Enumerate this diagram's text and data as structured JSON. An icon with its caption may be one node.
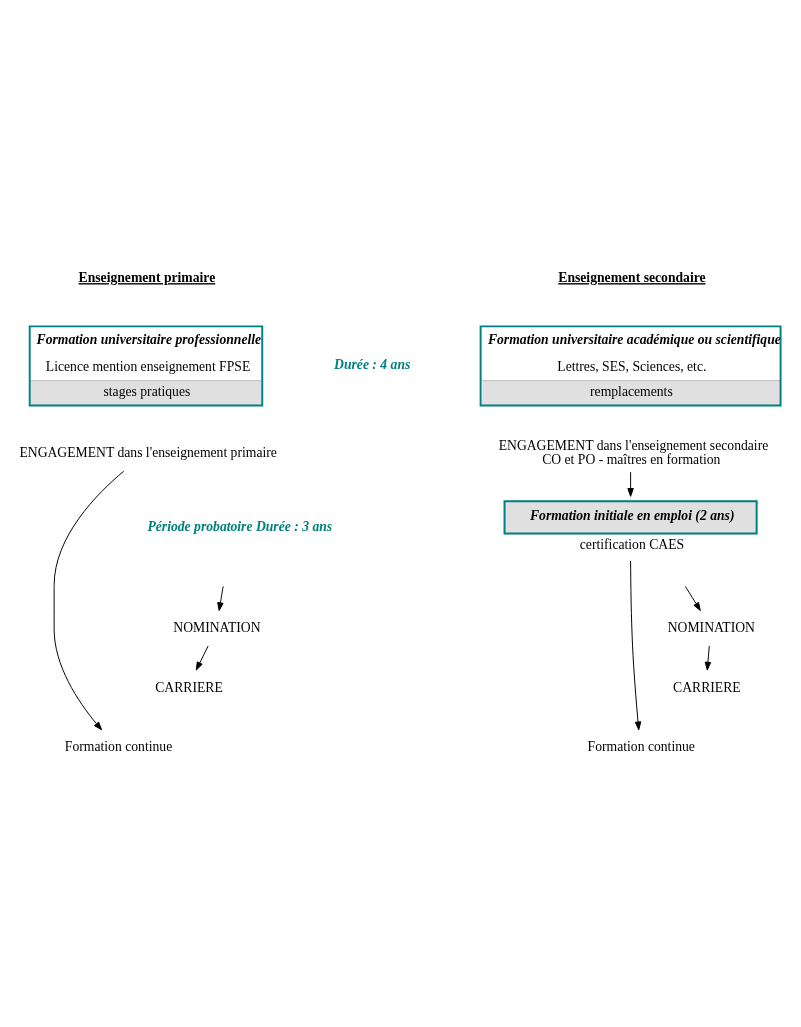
{
  "diagram": {
    "nodes": [
      {
        "text": [
          "Formation universitaire professionnelle",
          "Licence mention enseignement FPSE",
          "stages pratiques"
        ]
      },
      {
        "text": [
          "Formation universitaire académique ou scientifique",
          "Lettres, SES, Sciences, etc.",
          "remplacements"
        ]
      },
      {
        "text": [
          "ENGAGEMENT dans l'enseignement primaire"
        ]
      },
      {
        "text": [
          "ENGAGEMENT dans l'enseignement secondaire",
          "CO et PO - maîtres en formation"
        ]
      },
      {
        "text": [
          "Formation initiale en emploi (2 ans)"
        ],
        "beside": [
          "certification CAES"
        ]
      },
      {
        "text": [
          "NOMINATION"
        ]
      },
      {
        "text": [
          "CARRIERE"
        ]
      },
      {
        "text": [
          "Formation continue"
        ]
      },
      {
        "text": [
          "NOMINATION"
        ]
      },
      {
        "text": [
          "CARRIERE"
        ]
      },
      {
        "text": [
          "Formation continue"
        ]
      }
    ],
    "edges": [
      {
        "from": null,
        "to": 5,
        "arrow": "to"
      },
      {
        "from": 5,
        "to": 6,
        "arrow": "to"
      },
      {
        "from": 2,
        "to": 7,
        "arrow": "to"
      },
      {
        "from": 3,
        "to": 4,
        "arrow": "to"
      },
      {
        "from": null,
        "to": 8,
        "arrow": "to"
      },
      {
        "from": 8,
        "to": 9,
        "arrow": "to"
      },
      {
        "from": 4,
        "to": 10,
        "arrow": "to"
      }
    ],
    "labels": [
      "Enseignement primaire",
      "Enseignement secondaire",
      "Durée : 4 ans",
      "Période probatoire Durée : 3 ans"
    ]
  }
}
